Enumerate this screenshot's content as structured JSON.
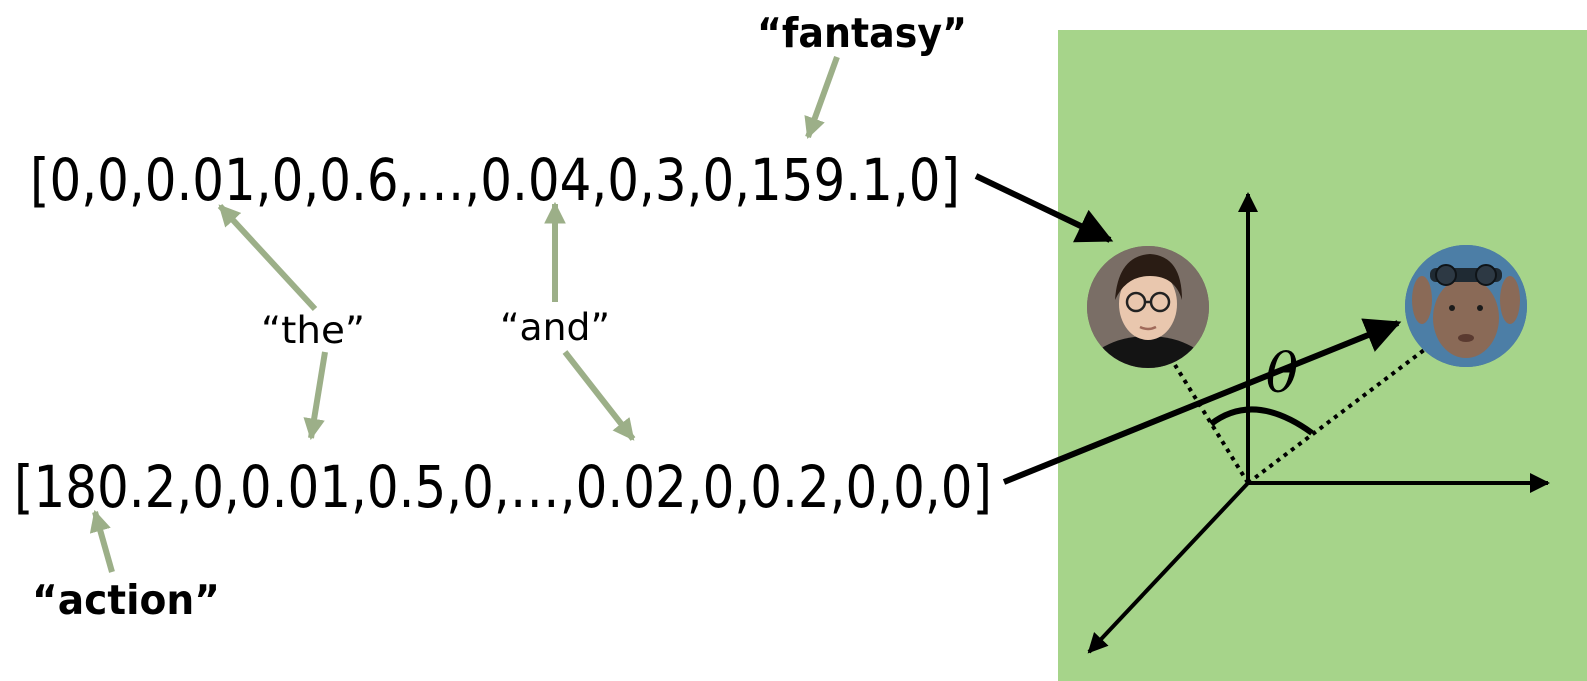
{
  "vectors": {
    "top": "[0,0,0.01,0,0.6,…,0.04,0,3,0,159.1,0]",
    "bottom": "[180.2,0,0.01,0.5,0,…,0.02,0,0.2,0,0,0]"
  },
  "labels": {
    "fantasy": "“fantasy”",
    "the": "“the”",
    "and": "“and”",
    "action": "“action”"
  },
  "angle_symbol": "θ",
  "colors": {
    "panel": "#a6d48a",
    "annotation_arrow": "#9caf88",
    "vector_arrow": "#000000"
  },
  "icons": {
    "movie_a": "wizard-portrait-icon",
    "movie_b": "goggles-portrait-icon"
  }
}
